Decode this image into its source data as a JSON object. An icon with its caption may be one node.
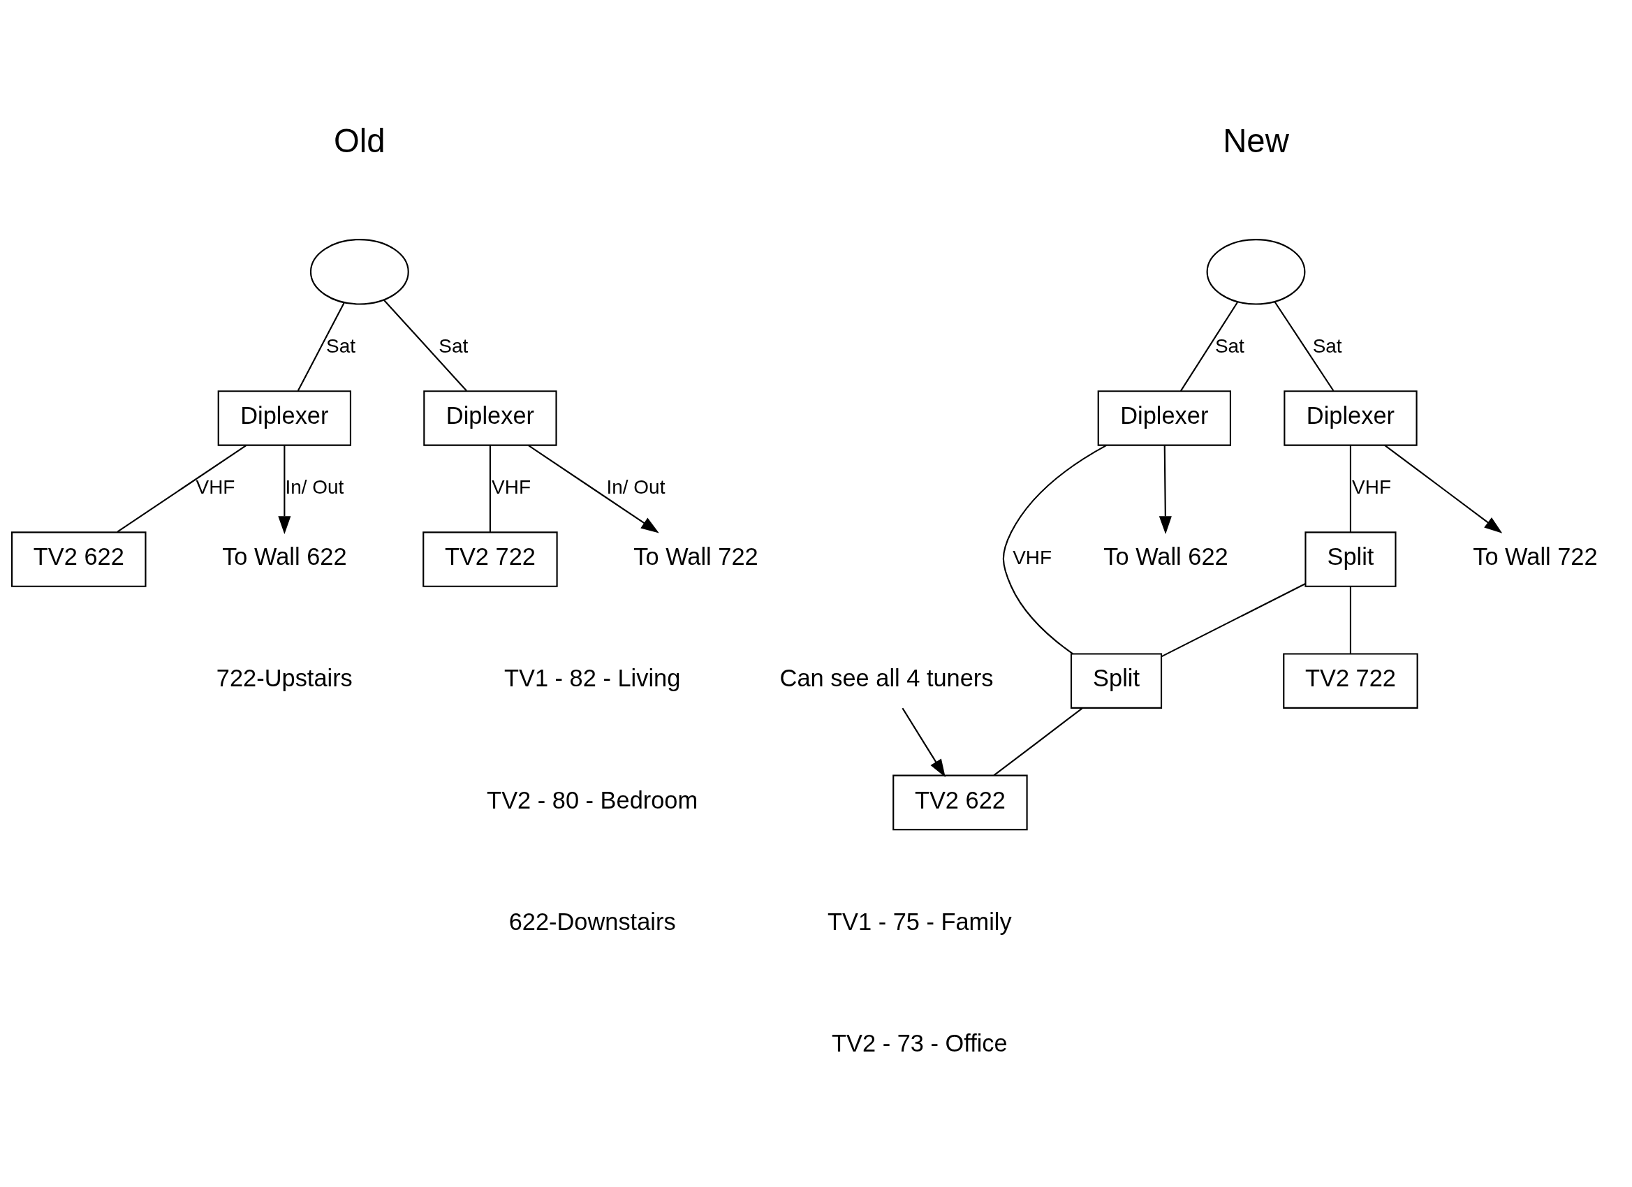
{
  "diagram": {
    "nodes": [
      {
        "text": [],
        "shape": "circle"
      },
      {
        "text": [
          "Diplexer"
        ]
      },
      {
        "text": [
          "Diplexer"
        ]
      },
      {
        "text": [
          "TV2 622"
        ]
      },
      {
        "text": [
          "TV2 722"
        ]
      },
      {
        "text": [
          "To Wall 622"
        ]
      },
      {
        "text": [
          "To Wall 722"
        ]
      },
      {
        "text": [],
        "shape": "circle"
      },
      {
        "text": [
          "Diplexer"
        ]
      },
      {
        "text": [
          "Diplexer"
        ]
      },
      {
        "text": [
          "Split"
        ]
      },
      {
        "text": [
          "Split"
        ]
      },
      {
        "text": [
          "TV2 722"
        ]
      },
      {
        "text": [
          "TV2 622"
        ]
      },
      {
        "text": [
          "To Wall 622"
        ]
      },
      {
        "text": [
          "To Wall 722"
        ]
      },
      {
        "text": [
          "Can see all 4 tuners"
        ]
      }
    ],
    "edges": [
      {
        "from": 0,
        "to": 1,
        "arrow": "none",
        "label": "Sat"
      },
      {
        "from": 0,
        "to": 2,
        "arrow": "none",
        "label": "Sat"
      },
      {
        "from": 1,
        "to": 5,
        "arrow": "to",
        "label": "In/ Out"
      },
      {
        "from": 1,
        "to": 3,
        "arrow": "none",
        "label": "VHF"
      },
      {
        "from": 2,
        "to": 6,
        "arrow": "to",
        "label": "In/ Out"
      },
      {
        "from": 2,
        "to": 4,
        "arrow": "none",
        "label": "VHF"
      },
      {
        "from": 7,
        "to": 8,
        "arrow": "none",
        "label": "Sat"
      },
      {
        "from": 7,
        "to": 9,
        "arrow": "none",
        "label": "Sat"
      },
      {
        "from": 8,
        "to": 14,
        "arrow": "to"
      },
      {
        "from": 8,
        "to": 11,
        "arrow": "none",
        "label": "VHF"
      },
      {
        "from": 9,
        "to": 10,
        "arrow": "none",
        "label": "VHF"
      },
      {
        "from": 9,
        "to": 15,
        "arrow": "to"
      },
      {
        "from": 10,
        "to": 11,
        "arrow": "none"
      },
      {
        "from": 10,
        "to": 12,
        "arrow": "none"
      },
      {
        "from": 11,
        "to": 13,
        "arrow": "none"
      },
      {
        "from": 16,
        "to": 13,
        "arrow": "to"
      }
    ],
    "labels": [
      "Old",
      "New",
      "722-Upstairs",
      "TV1 - 82 - Living",
      "TV2 - 80 - Bedroom",
      "622-Downstairs",
      "TV1 - 75 - Family",
      "TV2 - 73 - Office"
    ]
  }
}
